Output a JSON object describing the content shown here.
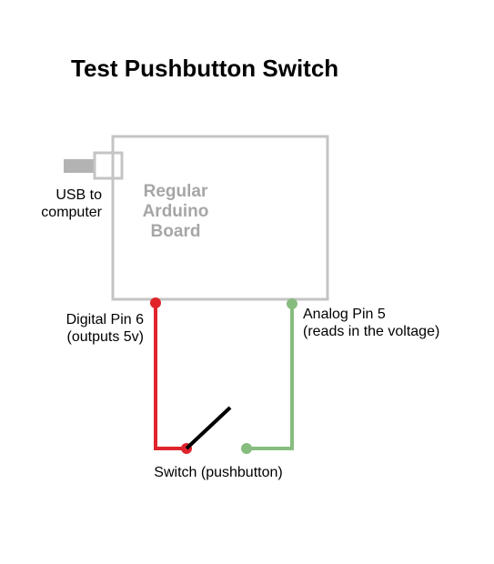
{
  "title": "Test Pushbutton Switch",
  "board": {
    "label_lines": [
      "Regular",
      "Arduino",
      "Board"
    ]
  },
  "usb": {
    "label_lines": [
      "USB to",
      "computer"
    ]
  },
  "digital_pin": {
    "label_lines": [
      "Digital Pin 6",
      "(outputs 5v)"
    ]
  },
  "analog_pin": {
    "label_lines": [
      "Analog Pin 5",
      "(reads in the voltage)"
    ]
  },
  "switch": {
    "label": "Switch (pushbutton)"
  },
  "colors": {
    "board_outline": "#c4c4c4",
    "board_text": "#a6a6a6",
    "usb_cable": "#b3b3b3",
    "digital_wire": "#e0242c",
    "analog_wire": "#86bd7e",
    "switch_lever": "#000000"
  }
}
